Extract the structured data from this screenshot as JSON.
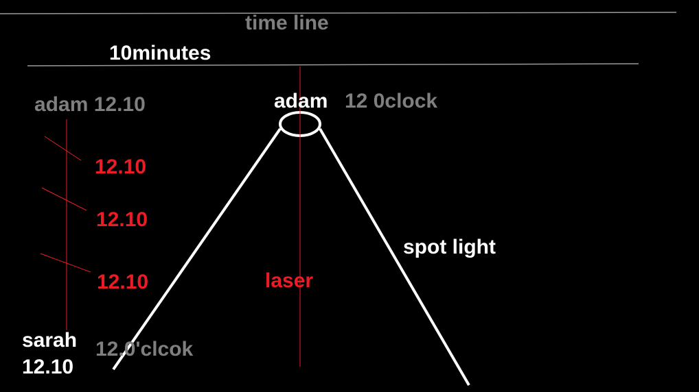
{
  "header": {
    "title": "time line",
    "duration": "10minutes"
  },
  "left_timeline": {
    "top_label": "adam 12.10",
    "marks": [
      "12.10",
      "12.10",
      "12.10"
    ],
    "bottom_name": "sarah",
    "bottom_time": "12.10",
    "bottom_note": "12.0'clcok"
  },
  "center": {
    "name": "adam",
    "time": "12 0clock",
    "laser_label": "laser",
    "spotlight_label": "spot light"
  },
  "colors": {
    "background": "#000000",
    "gray": "#7f7f7f",
    "red": "#ed1c24",
    "white": "#ffffff"
  }
}
